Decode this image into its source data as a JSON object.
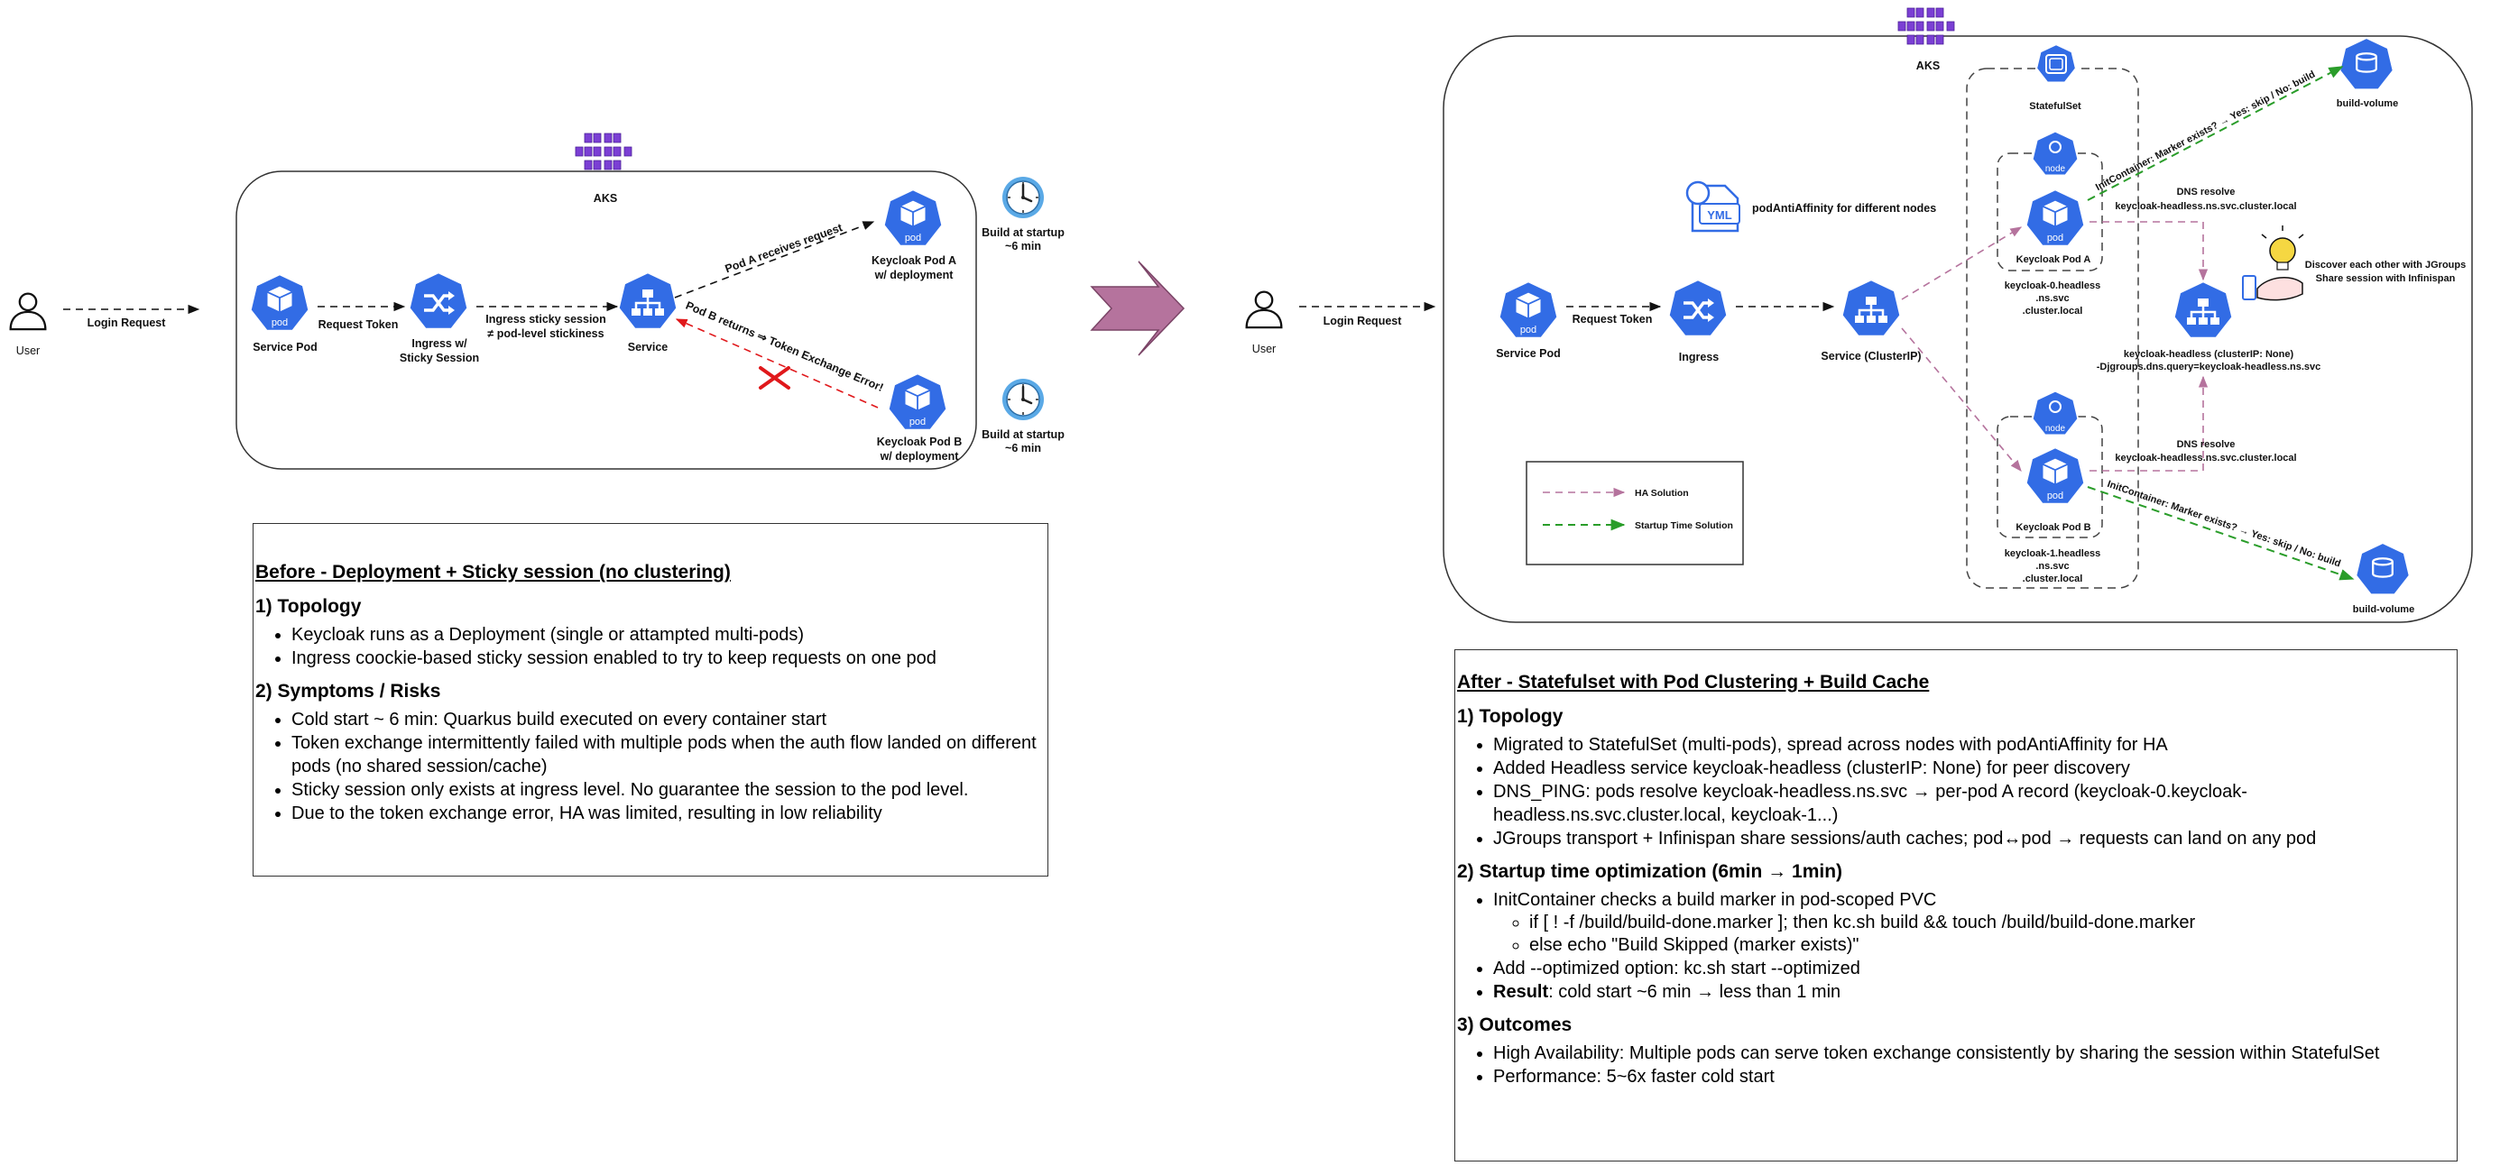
{
  "before": {
    "user_label": "User",
    "login_request": "Login Request",
    "aks_label": "AKS",
    "service_pod_label": "Service Pod",
    "request_token": "Request Token",
    "ingress_label_1": "Ingress w/",
    "ingress_label_2": "Sticky Session",
    "ingress_sticky_1": "Ingress sticky session",
    "ingress_sticky_2": "≠ pod-level stickiness",
    "service_label": "Service",
    "pod_a_receives": "Pod A receives request",
    "pod_b_returns": "Pod B returns ⇒ Token Exchange Error!",
    "pod_a_label_1": "Keycloak Pod A",
    "pod_a_label_2": "w/ deployment",
    "pod_b_label_1": "Keycloak Pod B",
    "pod_b_label_2": "w/ deployment",
    "build_a_1": "Build at startup",
    "build_a_2": "~6 min",
    "build_b_1": "Build at startup",
    "build_b_2": "~6 min",
    "pod_icon_text": "pod",
    "notes": {
      "title": "Before - Deployment + Sticky session (no clustering)",
      "h1": "1) Topology",
      "topology": [
        "Keycloak runs as a Deployment (single or attampted multi-pods)",
        "Ingress coockie-based sticky session enabled to try to keep requests on one pod"
      ],
      "h2": "2) Symptoms / Risks",
      "risks": [
        "Cold start ~ 6 min: Quarkus build executed on every container start",
        "Token exchange intermittently failed with multiple pods when the auth flow landed on different pods (no shared session/cache)",
        "Sticky session only exists at ingress level. No guarantee the session to the pod level.",
        "Due to the token exchange error, HA was limited, resulting in low reliability"
      ]
    }
  },
  "after": {
    "user_label": "User",
    "login_request": "Login Request",
    "aks_label": "AKS",
    "service_pod_label": "Service Pod",
    "request_token": "Request Token",
    "ingress_label": "Ingress",
    "service_label": "Service (ClusterIP)",
    "statefulset_label": "StatefulSet",
    "node_text": "node",
    "pod_icon_text": "pod",
    "yml_text": "YML",
    "anti_affinity": "podAntiAffinity for different nodes",
    "pod_a_label": "Keycloak Pod A",
    "pod_b_label": "Keycloak Pod B",
    "pod_a_dns": [
      "keycloak-0.headless",
      ".ns.svc",
      ".cluster.local"
    ],
    "pod_b_dns": [
      "keycloak-1.headless",
      ".ns.svc",
      ".cluster.local"
    ],
    "dns_resolve_a_1": "DNS resolve",
    "dns_resolve_a_2": "keycloak-headless.ns.svc.cluster.local",
    "dns_resolve_b_1": "DNS resolve",
    "dns_resolve_b_2": "keycloak-headless.ns.svc.cluster.local",
    "headless_1": "keycloak-headless (clusterIP: None)",
    "headless_2": "-Djgroups.dns.query=keycloak-headless.ns.svc",
    "discover_1": "Discover each other with JGroups",
    "discover_2": "Share session with Infinispan",
    "init_a": "InitContainer: Marker exists? → Yes: skip / No: build",
    "init_b": "InitContainer: Marker exists? → Yes: skip / No: build",
    "build_volume_a": "build-volume",
    "build_volume_b": "build-volume",
    "legend_ha": "HA Solution",
    "legend_startup": "Startup Time Solution",
    "notes": {
      "title": "After - Statefulset with Pod Clustering + Build Cache",
      "h1": "1) Topology",
      "topology": [
        "Migrated to StatefulSet (multi-pods), spread across nodes with podAntiAffinity for HA",
        "Added Headless service keycloak-headless (clusterIP: None) for peer discovery",
        "DNS_PING: pods resolve keycloak-headless.ns.svc → per-pod A record (keycloak-0.keycloak-headless.ns.svc.cluster.local, keycloak-1...)",
        "JGroups transport + Infinispan share sessions/auth caches; pod↔pod → requests can land on any pod"
      ],
      "h2": "2) Startup time optimization (6min → 1min)",
      "startup_init": "InitContainer checks a build marker in pod-scoped PVC",
      "startup_sub": [
        "if [ ! -f /build/build-done.marker ]; then kc.sh build && touch /build/build-done.marker",
        "else echo \"Build Skipped (marker exists)\""
      ],
      "startup_opt": "Add --optimized option: kc.sh start --optimized",
      "result_label": "Result",
      "result_text": ": cold start ~6 min → less than 1 min",
      "h3": "3) Outcomes",
      "outcomes": [
        "High Availability: Multiple pods can serve token exchange consistently by sharing the session within StatefulSet",
        "Performance: 5~6x faster cold start"
      ]
    }
  },
  "colors": {
    "k8s_blue": "#326ce5",
    "aks_purple": "#7b3fd4",
    "ha_arrow": "#b5739d",
    "startup_arrow": "#2a9d2a",
    "error_red": "#e0181b",
    "transition_arrow": "#b5739d"
  }
}
